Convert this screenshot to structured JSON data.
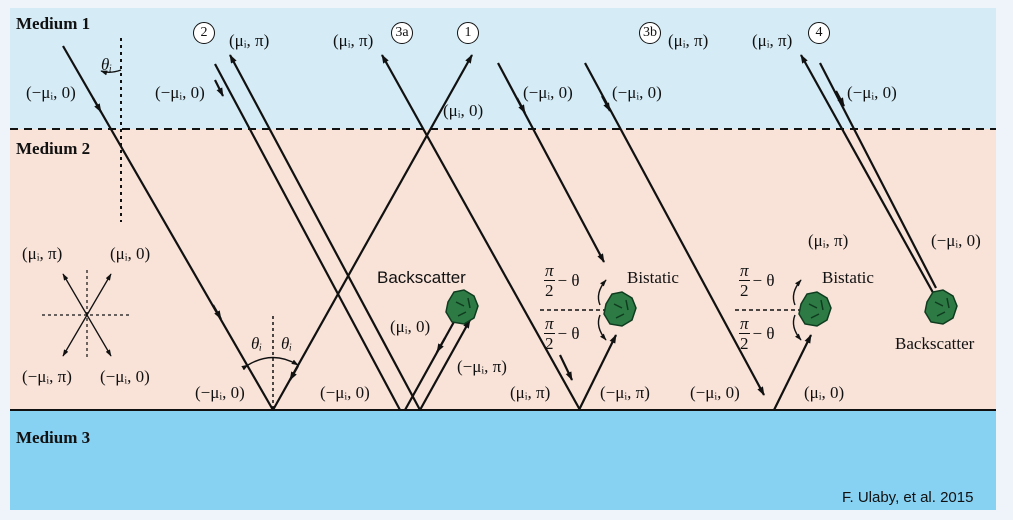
{
  "media": {
    "medium1": "Medium 1",
    "medium2": "Medium 2",
    "medium3": "Medium 3"
  },
  "markers": {
    "m1": "1",
    "m2": "2",
    "m3a": "3a",
    "m3b": "3b",
    "m4": "4"
  },
  "pairs": {
    "mi_pi": "(μᵢ, π)",
    "mi_0": "(μᵢ, 0)",
    "neg_mi_0": "(−μᵢ, 0)",
    "neg_mi_pi": "(−μᵢ, π)"
  },
  "angles": {
    "theta_i": "θᵢ",
    "pi": "π",
    "two": "2",
    "minus_theta": "− θ"
  },
  "scatter_labels": {
    "backscatter": "Backscatter",
    "bistatic": "Bistatic"
  },
  "credit": "F. Ulaby, et al. 2015",
  "colors": {
    "medium1": "#d5ecf7",
    "medium2": "#f9e3d9",
    "medium3": "#87d1f2",
    "background": "#eef4fa",
    "ink": "#111111",
    "scatterer": "#2d7a45"
  },
  "icons": [
    "scatterer-icon"
  ]
}
